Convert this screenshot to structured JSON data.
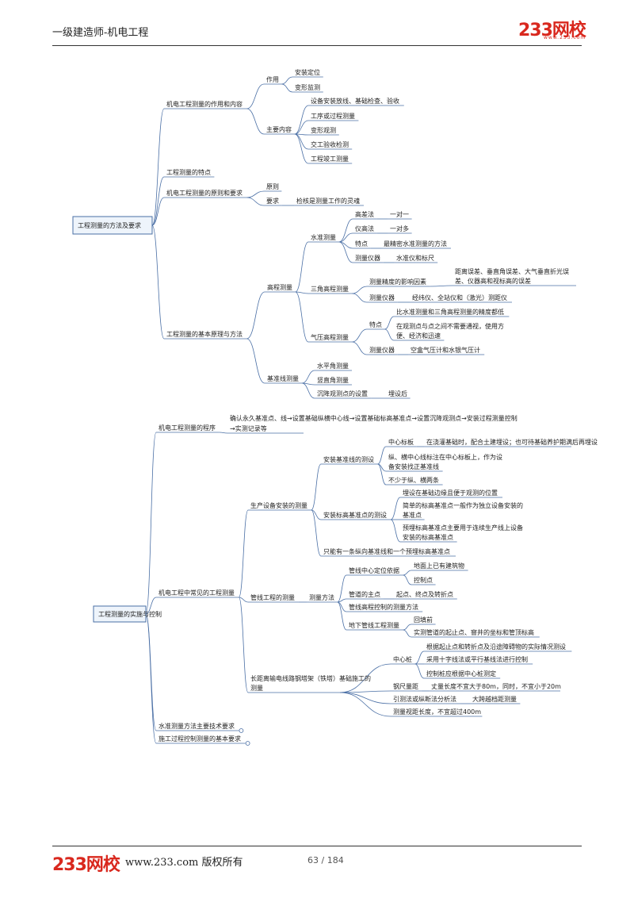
{
  "header": {
    "title": "一级建造师-机电工程",
    "logo": "233网校",
    "logo_url": "www.233.com"
  },
  "footer": {
    "logo": "233网校",
    "site": "www.233.com 版权所有",
    "page": "63 / 184"
  },
  "colors": {
    "brand": "#d9281e",
    "line": "#4a6fa5"
  },
  "map1": {
    "root": "工程测量的方法及要求",
    "b1": "机电工程测量的作用和内容",
    "b1_c1": "作用",
    "b1_c1_1": "安装定位",
    "b1_c1_2": "变形监测",
    "b1_c2": "主要内容",
    "b1_c2_1": "设备安装放线、基础检查、验收",
    "b1_c2_2": "工序或过程测量",
    "b1_c2_3": "变形观测",
    "b1_c2_4": "交工验收检测",
    "b1_c2_5": "工程竣工测量",
    "b2": "工程测量的特点",
    "b3": "机电工程测量的原则和要求",
    "b3_c1": "原则",
    "b3_c2": "要求",
    "b3_c2_1": "检核是测量工作的灵魂",
    "b4": "工程测量的基本原理与方法",
    "gc": "高程测量",
    "sz": "水准测量",
    "sz1": "高差法",
    "sz1v": "一对一",
    "sz2": "仪高法",
    "sz2v": "一对多",
    "sz3": "特点",
    "sz3v": "最精密水准测量的方法",
    "sz4": "测量仪器",
    "sz4v": "水准仪和标尺",
    "sj": "三角高程测量",
    "sj1": "测量精度的影响因素",
    "sj1v1": "距离误差、垂直角误差、大气垂直折光误",
    "sj1v2": "差、仪器高和视标高的误差",
    "sj2": "测量仪器",
    "sj2v": "经纬仪、全站仪和（激光）测距仪",
    "qy": "气压高程测量",
    "qy1": "特点",
    "qy1v1": "比水准测量和三角高程测量的精度都低",
    "qy1v2a": "在观测点与点之间不需要通视，使用方",
    "qy1v2b": "便、经济和迅速",
    "qy2": "测量仪器",
    "qy2v": "空盒气压计和水银气压计",
    "jz": "基准线测量",
    "jz1": "水平角测量",
    "jz2": "竖直角测量",
    "jz3": "沉降观测点的设置",
    "jz3v": "埋设后"
  },
  "map2": {
    "root": "工程测量的实施与控制",
    "a": "机电工程测量的程序",
    "a_t1": "确认永久基准点、线→设置基础纵横中心线→设置基础标高基准点→设置沉降观测点→安装过程测量控制",
    "a_t2": "→实测记录等",
    "b": "机电工程中常见的工程测量",
    "b1": "生产设备安装的测量",
    "b1a": "安装基准线的测设",
    "b1a1": "中心标板",
    "b1a1v": "在浇灌基础时，配合土建埋设；也可待基础养护期满后再埋设",
    "b1a2a": "纵、横中心线标注在中心标板上，作为设",
    "b1a2b": "备安装找正基准线",
    "b1a3": "不少于纵、横两条",
    "b1b": "安装标高基准点的测设",
    "b1b1": "埋设在基础边缘且便于观测的位置",
    "b1b2a": "简单的标高基准点一般作为独立设备安装的",
    "b1b2b": "基准点",
    "b1b3a": "预埋标高基准点主要用于连续生产线上设备",
    "b1b3b": "安装的标高基准点",
    "b1c": "只能有一条纵向基准线和一个预埋标高基准点",
    "b2": "管线工程的测量",
    "b2m": "测量方法",
    "b2m1": "管线中心定位依据",
    "b2m1a": "地面上已有建筑物",
    "b2m1b": "控制点",
    "b2m2": "管道的主点",
    "b2m2v": "起点、终点及转折点",
    "b2m3": "管线高程控制的测量方法",
    "b2m4": "地下管线工程测量",
    "b2m4a": "回填前",
    "b2m4b": "实测管道的起止点、窨井的坐标和管顶标高",
    "b3a": "长距离输电线路钢塔架（铁塔）基础施工的",
    "b3b": "测量",
    "b3c": "中心桩",
    "b3c1": "根据起止点和转折点及沿途障碍物的实际情况测设",
    "b3c2": "采用十字线法或平行基线法进行控制",
    "b3c3": "控制桩应根据中心桩测定",
    "b3d": "钢尺量距",
    "b3dv": "丈量长度不宜大于80m，同时，不宜小于20m",
    "b3e": "引测法或纵断法分析法",
    "b3ev": "大跨越档距测量",
    "b3f": "测量视距长度，不宜超过400m",
    "c": "水准测量方法主要技术要求",
    "d": "施工过程控制测量的基本要求"
  }
}
